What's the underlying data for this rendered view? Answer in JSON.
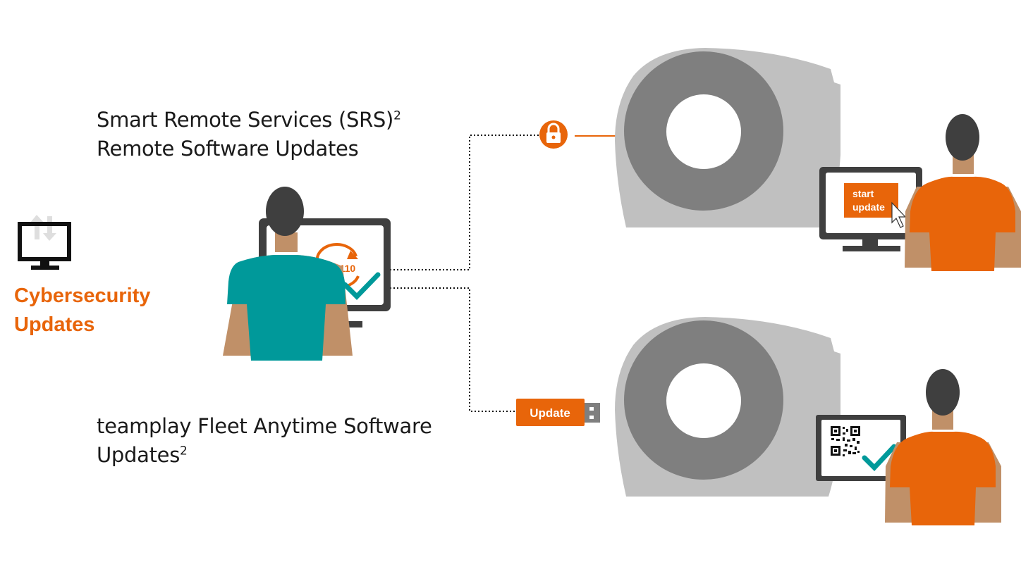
{
  "srs": {
    "line1": "Smart Remote Services (SRS)",
    "superscript": "2",
    "line2": "Remote Software Updates"
  },
  "teamplay": {
    "line1": "teamplay Fleet Anytime Software",
    "line2": "Updates",
    "superscript": "2"
  },
  "cybersecurity": {
    "line1": "Cybersecurity",
    "line2": "Updates"
  },
  "operator_screen": {
    "binary_text": "00110"
  },
  "remote_device": {
    "button_line1": "start",
    "button_line2": "update"
  },
  "usb_stick": {
    "label": "Update"
  },
  "icons": {
    "monitor": "monitor-transfer-icon",
    "lock": "lock-icon",
    "check": "check-icon",
    "qr": "qr-code-icon",
    "cursor": "mouse-cursor-icon"
  },
  "colors": {
    "accent": "#e8650a",
    "teal": "#00999a",
    "scanner_light": "#c0c0c0",
    "scanner_dark": "#7f7f7f",
    "skin": "#c09068",
    "hair": "#3f3f3f"
  }
}
